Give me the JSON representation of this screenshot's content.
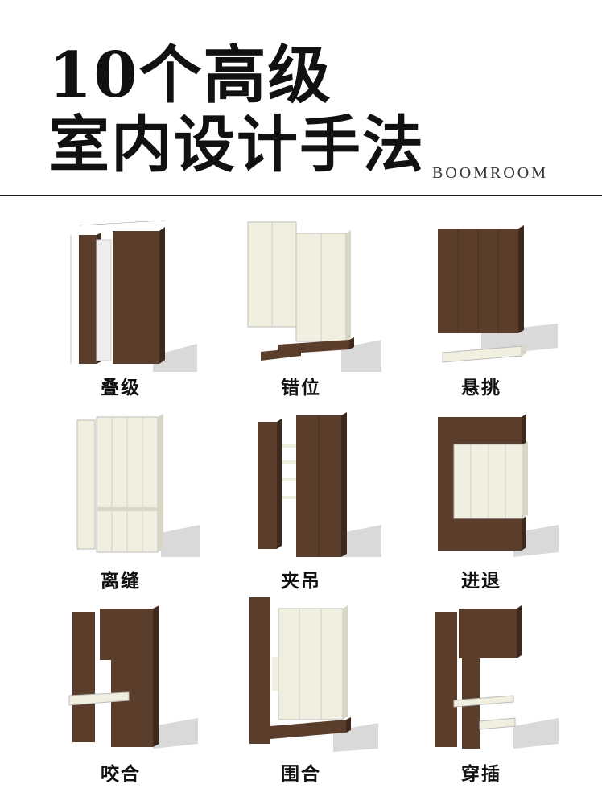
{
  "title": {
    "line1": "10个高级",
    "line2": "室内设计手法",
    "brand": "BOOMROOM"
  },
  "colors": {
    "wood": "#5a3d2b",
    "wood_dark": "#3e2a1d",
    "cream": "#f1efe0",
    "shadow": "#d9d9d9"
  },
  "techniques": [
    {
      "name": "叠级"
    },
    {
      "name": "错位"
    },
    {
      "name": "悬挑"
    },
    {
      "name": "离缝"
    },
    {
      "name": "夹吊"
    },
    {
      "name": "进退"
    },
    {
      "name": "咬合"
    },
    {
      "name": "围合"
    },
    {
      "name": "穿插"
    }
  ]
}
